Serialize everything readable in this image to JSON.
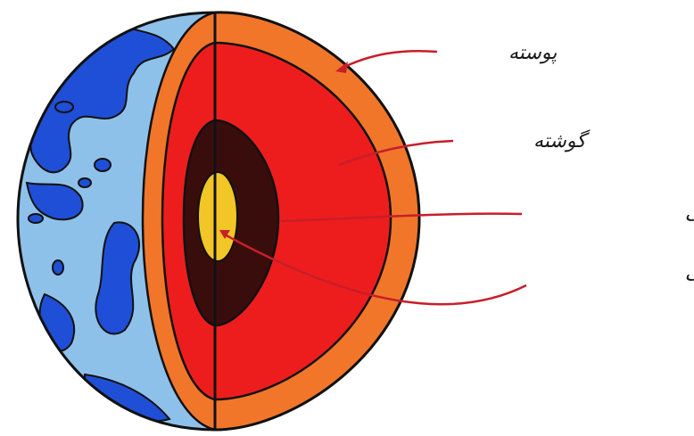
{
  "labels": {
    "crust": "پوسته",
    "mantle": "گوشته",
    "outer_core": "هسته ی بیرونی",
    "inner_core": "هسته ی درونی"
  },
  "colors": {
    "ocean": "#8ec1ea",
    "land": "#1f4fd6",
    "crust": "#f1762a",
    "mantle": "#ee1d1d",
    "outer_core": "#3a0d0d",
    "inner_core": "#f2c626",
    "leader": "#c81e2a",
    "outline": "#111111"
  }
}
